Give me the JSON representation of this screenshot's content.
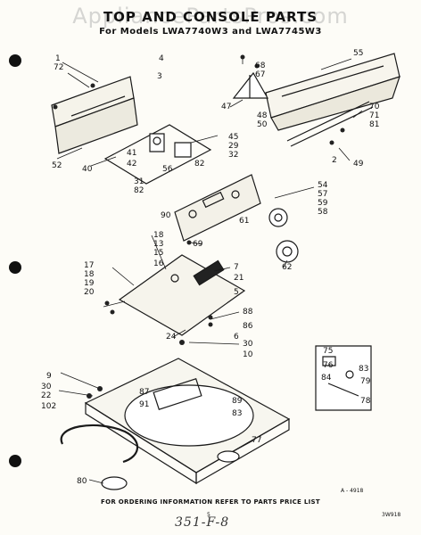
{
  "watermark": "AppliancePartsPros.com",
  "title": "TOP AND CONSOLE PARTS",
  "subtitle": "For Models LWA7740W3 and LWA7745W3",
  "footer": "FOR ORDERING INFORMATION REFER TO PARTS PRICE LIST",
  "ref_code": "A - 4918",
  "page_number": "5",
  "corner_code": "3W918",
  "handwritten_note": "351-F-8",
  "part_labels": [
    "1",
    "72",
    "52",
    "40",
    "41",
    "42",
    "56",
    "82",
    "45",
    "29",
    "32",
    "31",
    "82",
    "90",
    "3",
    "4",
    "68",
    "67",
    "55",
    "47",
    "48",
    "50",
    "70",
    "71",
    "81",
    "49",
    "2",
    "54",
    "57",
    "59",
    "58",
    "61",
    "62",
    "69",
    "18",
    "13",
    "15",
    "16",
    "17",
    "18",
    "19",
    "20",
    "7",
    "21",
    "5",
    "88",
    "86",
    "6",
    "24",
    "30",
    "10",
    "9",
    "30",
    "22",
    "102",
    "87",
    "91",
    "89",
    "83",
    "77",
    "80",
    "75",
    "76",
    "84",
    "83",
    "79",
    "78"
  ]
}
